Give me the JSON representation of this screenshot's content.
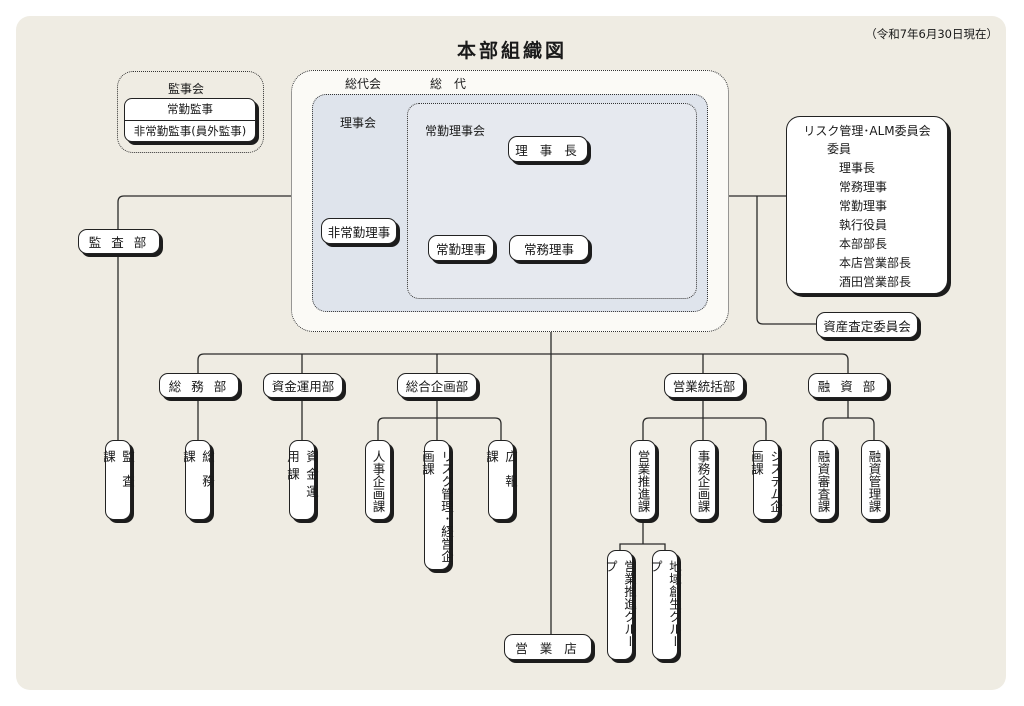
{
  "title": "本部組織図",
  "date": "（令和7年6月30日現在）",
  "kansakai": {
    "label": "監事会",
    "members": [
      "常勤監事",
      "非常勤監事(員外監事)"
    ]
  },
  "soudaikai": {
    "label": "総代会",
    "sodai": "総　代"
  },
  "rijikai": {
    "label": "理事会"
  },
  "jokin_rijikai": {
    "label": "常勤理事会"
  },
  "officers": {
    "rijicho": "理 事 長",
    "hijokin": "非常勤理事",
    "jokin": "常勤理事",
    "jomu": "常務理事"
  },
  "risk_committee": {
    "title": "リスク管理･ALM委員会",
    "sub": "委員",
    "members": [
      "理事長",
      "常務理事",
      "常勤理事",
      "執行役員",
      "本部部長",
      "本店営業部長",
      "酒田営業部長"
    ]
  },
  "asset_committee": "資産査定委員会",
  "audit_dept": "監 査 部",
  "departments": {
    "somu": "総 務 部",
    "shikin": "資金運用部",
    "sogo": "総合企画部",
    "eigyo_tokatsu": "営業統括部",
    "yushi": "融 資 部"
  },
  "sections": {
    "kansa": "監査課",
    "somu": "総務課",
    "shikin_unyo": "資金運用課",
    "jinji": "人事企画課",
    "risk_keiei": "リスク管理･経営企画課",
    "koho": "広報課",
    "eigyo_suishin": "営業推進課",
    "jimu": "事務企画課",
    "system": "システム企画課",
    "yushi_shinsa": "融資審査課",
    "yushi_kanri": "融資管理課"
  },
  "groups": {
    "eigyo_suishin_g": "営業推進グループ",
    "chiiki_g": "地域創生グループ"
  },
  "branch": "営 業 店"
}
